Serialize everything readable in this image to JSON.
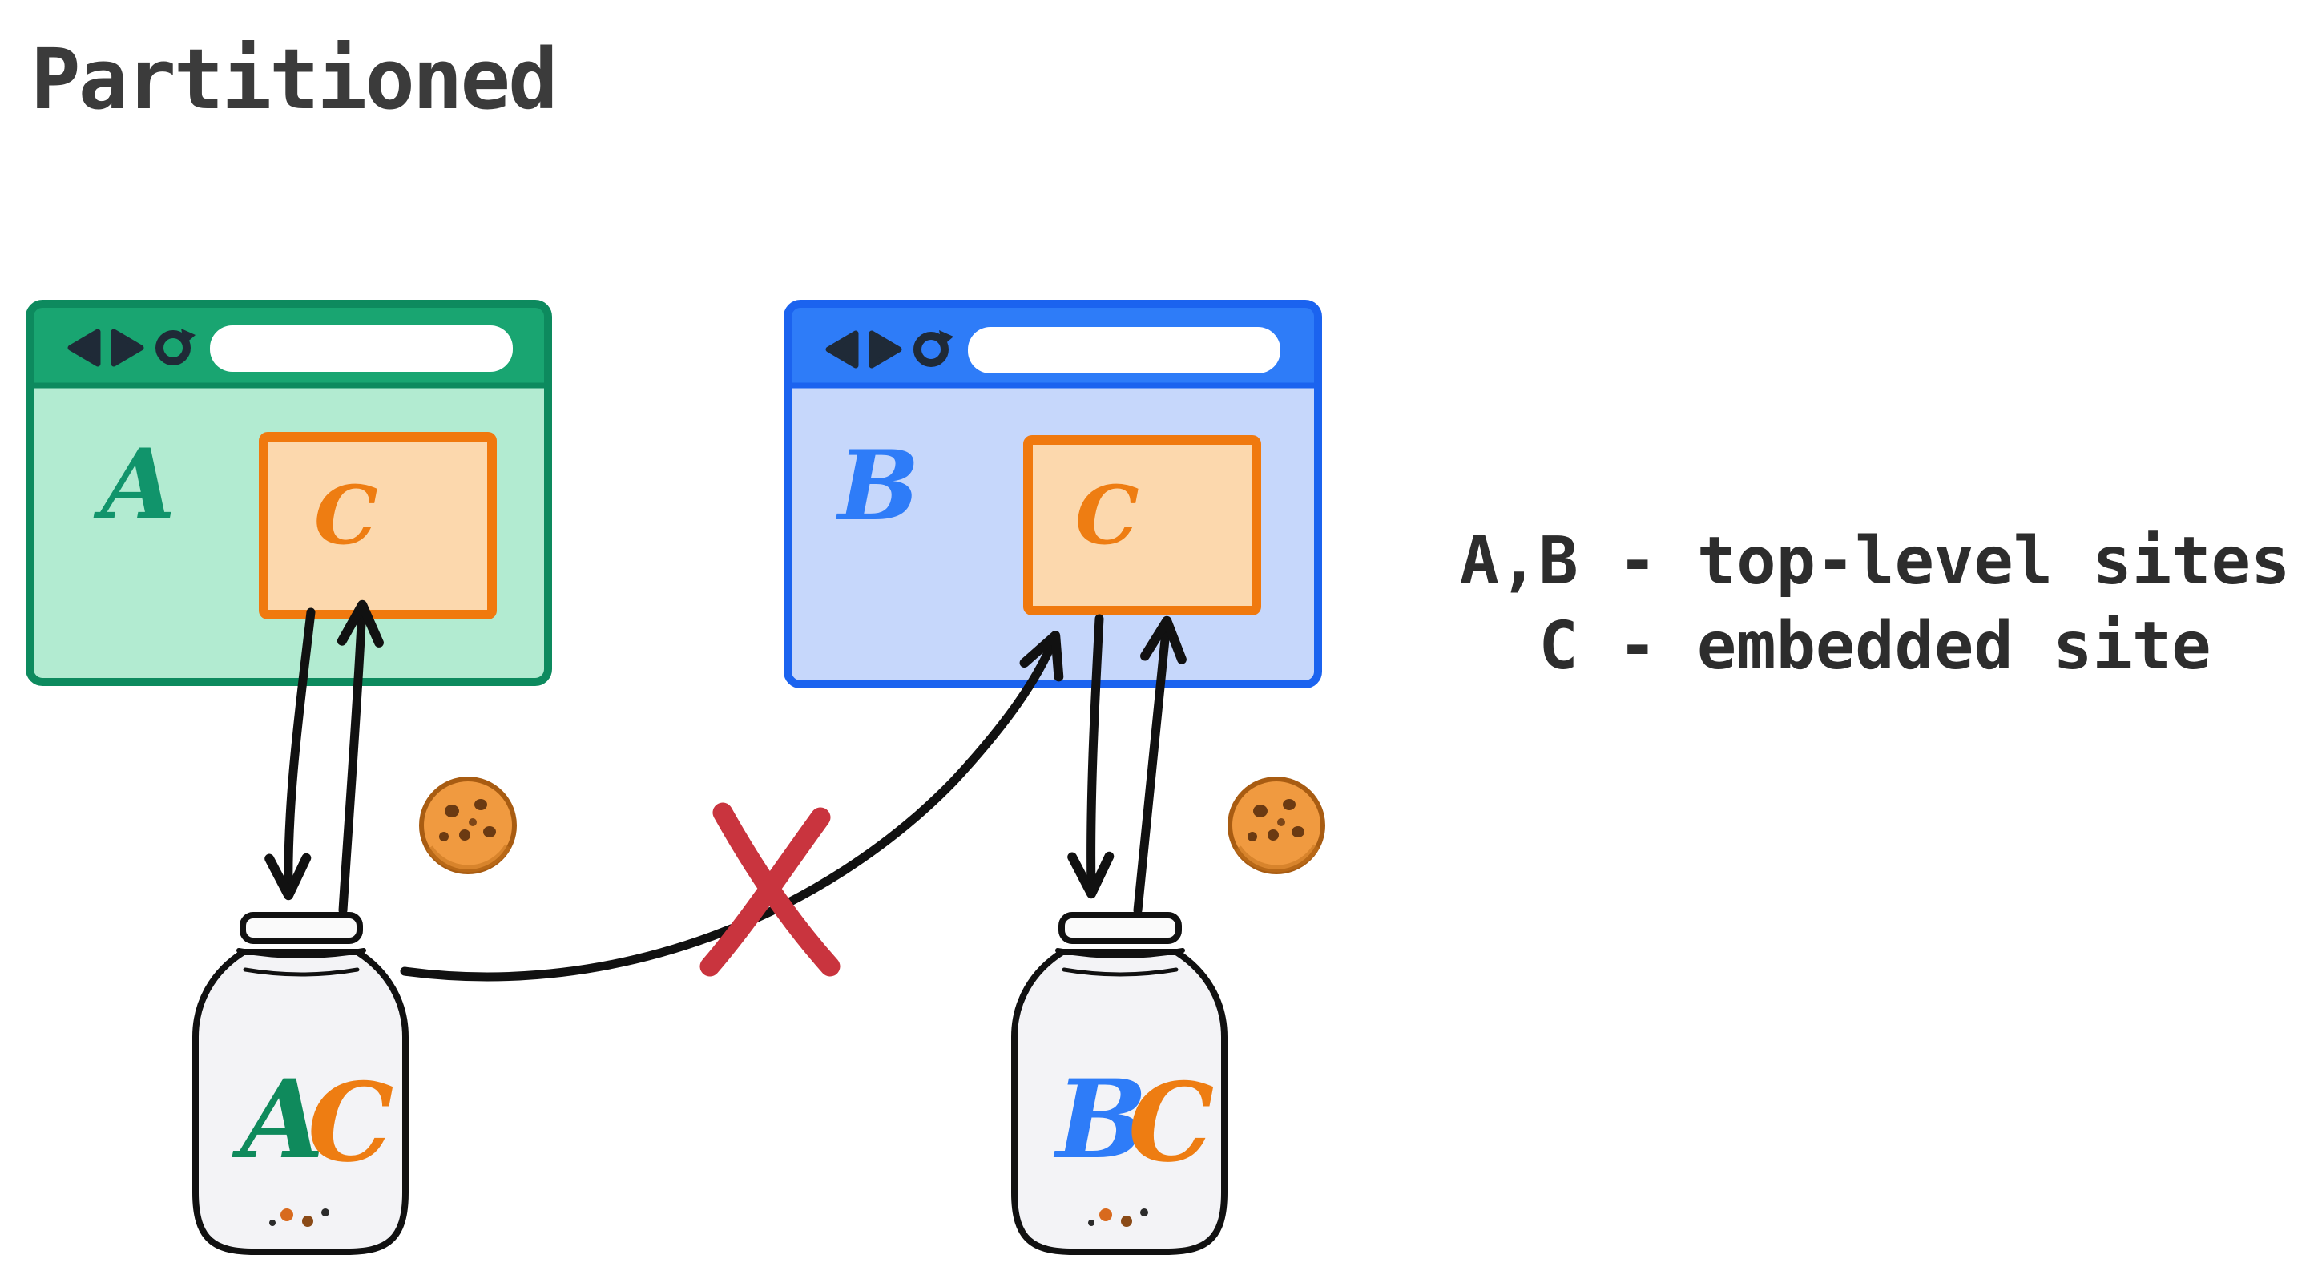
{
  "title": "Partitioned",
  "legend": {
    "line1": "A,B - top-level sites",
    "line2": "C - embedded site"
  },
  "windows": {
    "green": {
      "label": "A",
      "iframe_label": "C",
      "header_color": "#19a571",
      "body_color": "#b2ebd1",
      "border_color": "#0d8a5e",
      "label_color": "#11946b"
    },
    "blue": {
      "label": "B",
      "iframe_label": "C",
      "header_color": "#2e7cf8",
      "body_color": "#c6d7fb",
      "border_color": "#1b63ef",
      "label_color": "#2e7cf8"
    }
  },
  "iframe": {
    "fill": "#fcd8ad",
    "border": "#f0790e",
    "label_color": "#ee7d12"
  },
  "jars": {
    "left": {
      "site_letter": "A",
      "embed_letter": "C",
      "site_color": "#0f8a5c",
      "embed_color": "#ee7d12"
    },
    "right": {
      "site_letter": "B",
      "embed_letter": "C",
      "site_color": "#2e7cf8",
      "embed_color": "#ee7d12"
    }
  },
  "marks": {
    "blocked_x_color": "#c9343e",
    "arrow_color": "#111111",
    "cookie_base_color": "#f09a40",
    "cookie_chip_color": "#6b3a12"
  }
}
